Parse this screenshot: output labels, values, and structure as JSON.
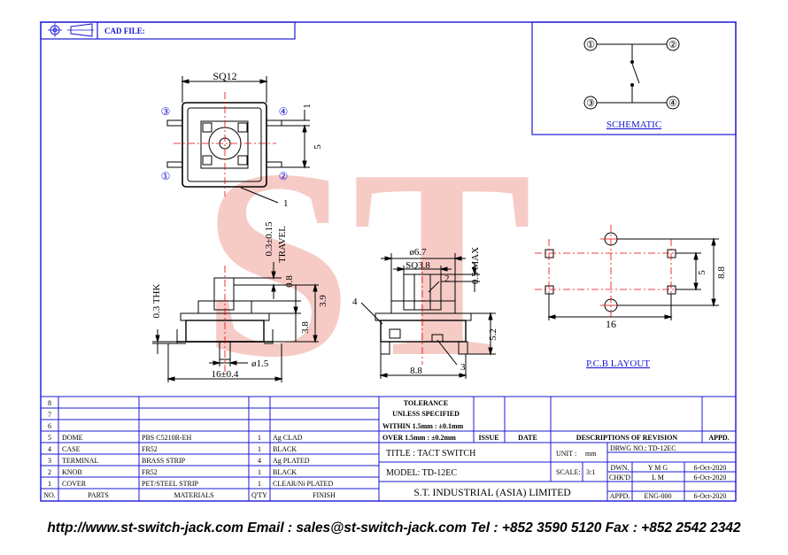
{
  "cad_file_label": "CAD FILE:",
  "watermark_text": "ST",
  "schematic": {
    "title": "SCHEMATIC",
    "pins": [
      "①",
      "②",
      "③",
      "④"
    ]
  },
  "top_view": {
    "size_label": "SQ12",
    "pin_labels": [
      "①",
      "②",
      "③",
      "④"
    ],
    "dim_pin_width": "1",
    "dim_pin_pitch": "5",
    "part_callout": "1"
  },
  "side_view": {
    "travel_label": "0.3±0.15",
    "travel_word": "TRAVEL",
    "thk_label": "0.3 THK",
    "dim_knob": "0.8",
    "dim_body_height": "3.9",
    "dim_height": "3.8",
    "dim_pin_dia": "ø1.5",
    "dim_length": "16±0.4"
  },
  "front_view": {
    "dia_label": "ø6.7",
    "sq_label": "SQ3.8",
    "max_label": "0.5 MAX",
    "callout_2": "2",
    "callout_3": "3",
    "callout_4": "4",
    "dim_height": "5.2",
    "dim_width": "8.8"
  },
  "pcb": {
    "title": "P.C.B LAYOUT",
    "dim_pitch_x": "16",
    "dim_pitch_y": "5",
    "dim_height": "8.8"
  },
  "bom": {
    "empty_rows": [
      "8",
      "7",
      "6"
    ],
    "rows": [
      {
        "no": "5",
        "part": "DOME",
        "material": "PBS C5210R-EH",
        "qty": "1",
        "finish": "Ag CLAD"
      },
      {
        "no": "4",
        "part": "CASE",
        "material": "FR52",
        "qty": "1",
        "finish": "BLACK"
      },
      {
        "no": "3",
        "part": "TERMINAL",
        "material": "BRASS STRIP",
        "qty": "4",
        "finish": "Ag PLATED"
      },
      {
        "no": "2",
        "part": "KNOB",
        "material": "FR52",
        "qty": "1",
        "finish": "BLACK"
      },
      {
        "no": "1",
        "part": "COVER",
        "material": "PET/STEEL STRIP",
        "qty": "1",
        "finish": "CLEAR/Ni PLATED"
      }
    ],
    "headers": {
      "no": "NO.",
      "part": "PARTS",
      "material": "MATERIALS",
      "qty": "Q'TY",
      "finish": "FINISH"
    }
  },
  "title_block": {
    "tolerance": "TOLERANCE",
    "unless": "UNLESS   SPECIFIED",
    "within": "WITHIN 1.5mm : ±0.1mm",
    "over": "OVER 1.5mm : ±0.2mm",
    "issue": "ISSUE",
    "date": "DATE",
    "descriptions": "DESCRIPTIONS  OF  REVISION",
    "appd": "APPD.",
    "title": "TITLE : TACT SWITCH",
    "unit_label": "UNIT :",
    "unit_value": "mm",
    "drwg_label": "DRWG NO.:",
    "drwg_value": "TD-12EC",
    "model": "MODEL: TD-12EC",
    "scale_label": "SCALE:",
    "scale_value": "3:1",
    "dwn_label": "DWN.",
    "dwn_value": "Y M G",
    "dwn_date": "6-Oct-2020",
    "chkd_label": "CHK'D",
    "chkd_value": "L M",
    "chkd_date": "6-Oct-2020",
    "appd_label": "APPD.",
    "appd_value": "ENG-000",
    "appd_date": "6-Oct-2020",
    "company": "S.T.  INDUSTRIAL  (ASIA)  LIMITED"
  },
  "footer": "http://www.st-switch-jack.com  Email : sales@st-switch-jack.com  Tel : +852 3590 5120  Fax : +852 2542 2342"
}
